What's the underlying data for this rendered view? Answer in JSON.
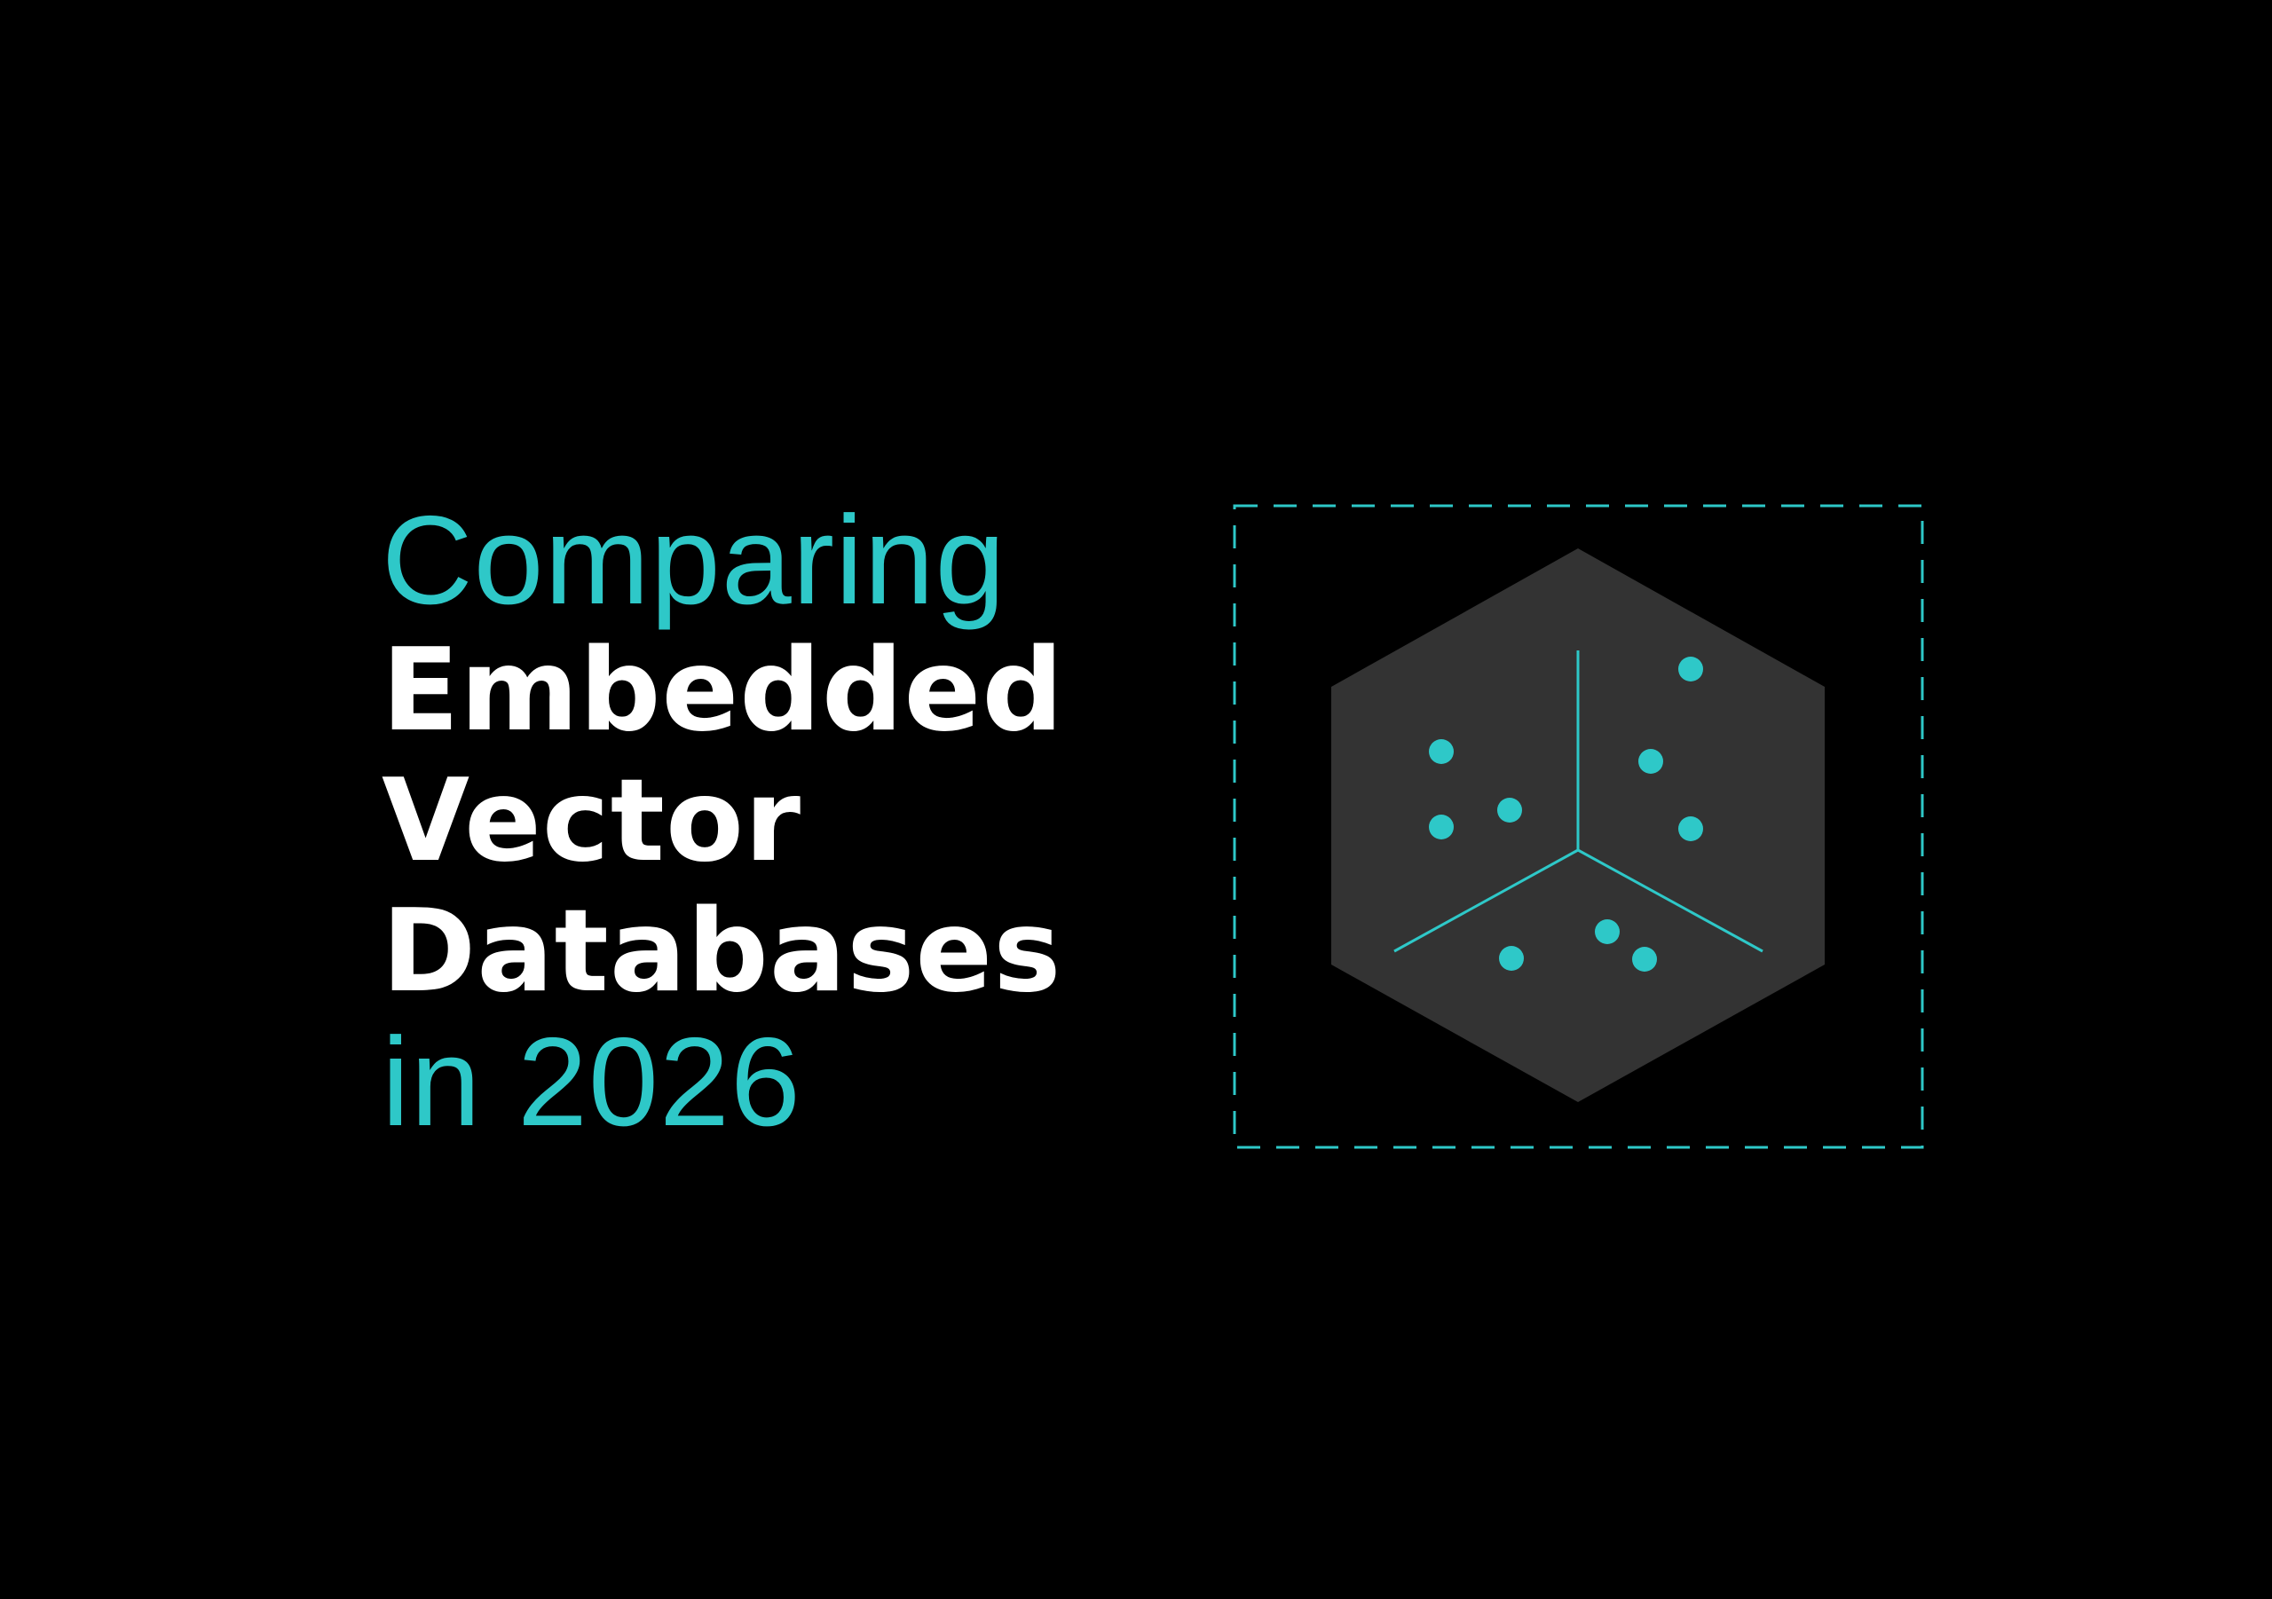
{
  "title": {
    "line1": "Comparing",
    "line2": "Embedded",
    "line3": "Vector",
    "line4": "Databases",
    "line5": "in 2026"
  },
  "colors": {
    "background": "#000000",
    "accent": "#2ec8c8",
    "primary_text": "#ffffff",
    "hexagon_fill": "#333333"
  },
  "icons": {
    "frame": "dashed-frame-icon",
    "hexagon": "vector-cube-icon"
  }
}
